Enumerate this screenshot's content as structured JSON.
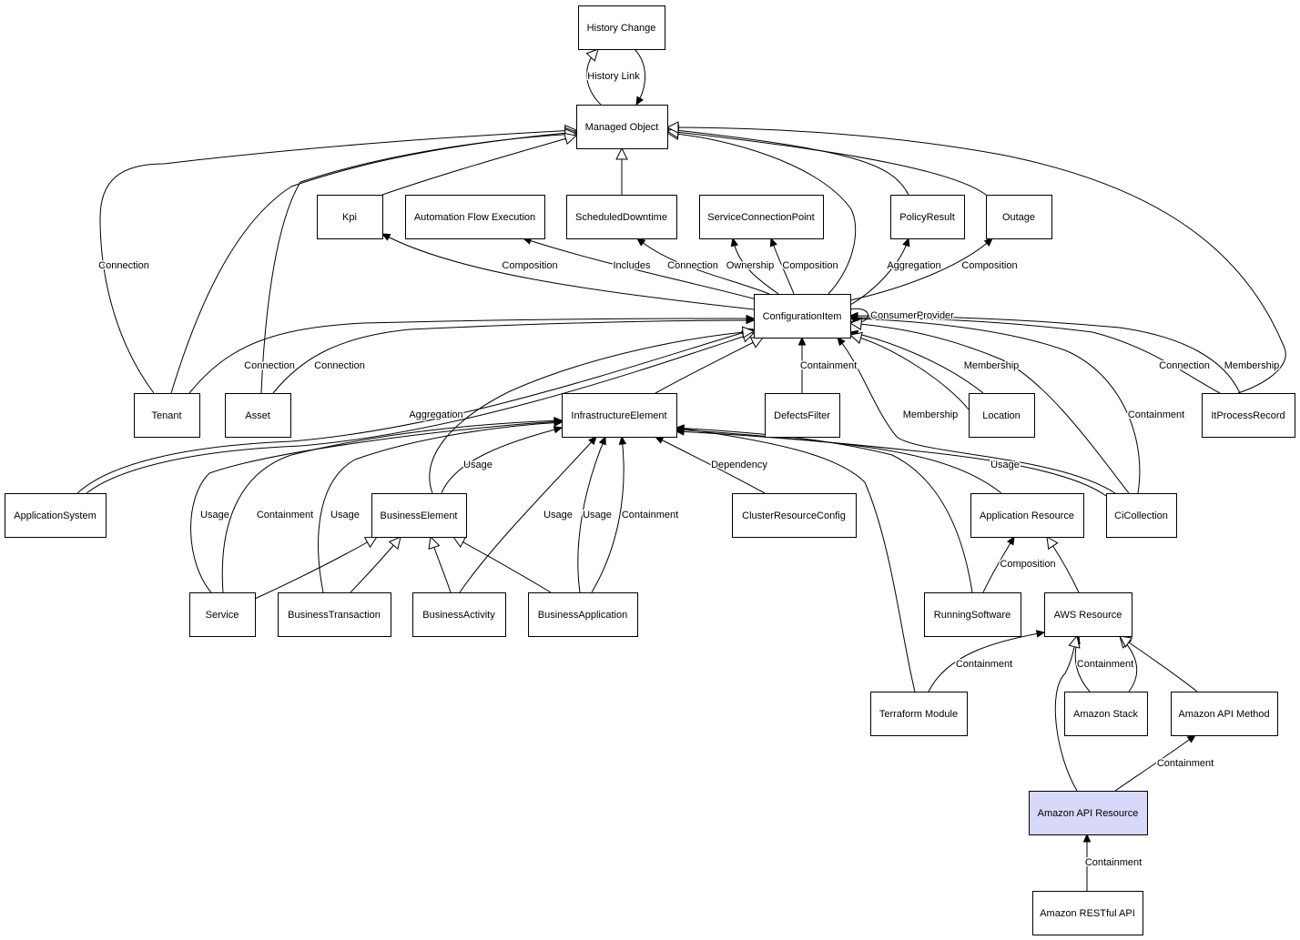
{
  "colors": {
    "node_fill": "#ffffff",
    "highlight_fill": "#d8d8f8",
    "stroke": "#000000"
  },
  "nodes": [
    {
      "id": "history_change",
      "label": "History Change"
    },
    {
      "id": "managed_object",
      "label": "Managed Object"
    },
    {
      "id": "kpi",
      "label": "Kpi"
    },
    {
      "id": "automation_flow_execution",
      "label": "Automation Flow Execution"
    },
    {
      "id": "scheduled_downtime",
      "label": "ScheduledDowntime"
    },
    {
      "id": "service_connection_point",
      "label": "ServiceConnectionPoint"
    },
    {
      "id": "policy_result",
      "label": "PolicyResult"
    },
    {
      "id": "outage",
      "label": "Outage"
    },
    {
      "id": "configuration_item",
      "label": "ConfigurationItem"
    },
    {
      "id": "tenant",
      "label": "Tenant"
    },
    {
      "id": "asset",
      "label": "Asset"
    },
    {
      "id": "infrastructure_element",
      "label": "InfrastructureElement"
    },
    {
      "id": "defects_filter",
      "label": "DefectsFilter"
    },
    {
      "id": "location",
      "label": "Location"
    },
    {
      "id": "it_process_record",
      "label": "ItProcessRecord"
    },
    {
      "id": "application_system",
      "label": "ApplicationSystem"
    },
    {
      "id": "business_element",
      "label": "BusinessElement"
    },
    {
      "id": "cluster_resource_config",
      "label": "ClusterResourceConfig"
    },
    {
      "id": "application_resource",
      "label": "Application Resource"
    },
    {
      "id": "ci_collection",
      "label": "CiCollection"
    },
    {
      "id": "service",
      "label": "Service"
    },
    {
      "id": "business_transaction",
      "label": "BusinessTransaction"
    },
    {
      "id": "business_activity",
      "label": "BusinessActivity"
    },
    {
      "id": "business_application",
      "label": "BusinessApplication"
    },
    {
      "id": "running_software",
      "label": "RunningSoftware"
    },
    {
      "id": "aws_resource",
      "label": "AWS Resource"
    },
    {
      "id": "terraform_module",
      "label": "Terraform Module"
    },
    {
      "id": "amazon_stack",
      "label": "Amazon Stack"
    },
    {
      "id": "amazon_api_method",
      "label": "Amazon API Method"
    },
    {
      "id": "amazon_api_resource",
      "label": "Amazon API Resource",
      "highlight": true
    },
    {
      "id": "amazon_restful_api",
      "label": "Amazon RESTful API"
    }
  ],
  "edges": [
    {
      "id": "history-link",
      "label": "History Link",
      "arrow": "open"
    },
    {
      "id": "history-link-back",
      "label": "",
      "arrow": "filled"
    },
    {
      "id": "tenant-connection-mo",
      "label": "Connection",
      "arrow": "open"
    },
    {
      "id": "tenant-mo",
      "label": "",
      "arrow": "open"
    },
    {
      "id": "asset-mo",
      "label": "",
      "arrow": "open"
    },
    {
      "id": "kpi-mo",
      "label": "",
      "arrow": "open"
    },
    {
      "id": "sd-mo",
      "label": "",
      "arrow": "open"
    },
    {
      "id": "ci-mo",
      "label": "",
      "arrow": "open"
    },
    {
      "id": "pr-mo",
      "label": "",
      "arrow": "open"
    },
    {
      "id": "outage-mo",
      "label": "",
      "arrow": "open"
    },
    {
      "id": "itpr-mo",
      "label": "",
      "arrow": "open"
    },
    {
      "id": "ci-kpi",
      "label": "Composition",
      "arrow": "filled"
    },
    {
      "id": "ci-afe",
      "label": "Includes",
      "arrow": "filled"
    },
    {
      "id": "ci-sd",
      "label": "Connection",
      "arrow": "filled"
    },
    {
      "id": "ci-scp-ownership",
      "label": "Ownership",
      "arrow": "filled"
    },
    {
      "id": "ci-scp-composition",
      "label": "Composition",
      "arrow": "filled"
    },
    {
      "id": "ci-pr",
      "label": "Aggregation",
      "arrow": "filled"
    },
    {
      "id": "ci-outage",
      "label": "Composition",
      "arrow": "filled"
    },
    {
      "id": "ci-self",
      "label": "ConsumerProvider",
      "arrow": "open"
    },
    {
      "id": "tenant-ci",
      "label": "Connection",
      "arrow": "filled"
    },
    {
      "id": "asset-ci",
      "label": "Connection",
      "arrow": "filled"
    },
    {
      "id": "appsys-ci-aggregation",
      "label": "Aggregation",
      "arrow": "filled"
    },
    {
      "id": "appsys-ci",
      "label": "",
      "arrow": "open"
    },
    {
      "id": "ie-ci",
      "label": "",
      "arrow": "open"
    },
    {
      "id": "be-ci",
      "label": "",
      "arrow": "open"
    },
    {
      "id": "df-ci",
      "label": "Containment",
      "arrow": "filled"
    },
    {
      "id": "location-ci-membership",
      "label": "Membership",
      "arrow": "filled"
    },
    {
      "id": "location-ci",
      "label": "",
      "arrow": "open"
    },
    {
      "id": "cicoll-ci-membership",
      "label": "Membership",
      "arrow": "filled"
    },
    {
      "id": "cicoll-ci-containment",
      "label": "Containment",
      "arrow": "filled"
    },
    {
      "id": "cicoll-ci",
      "label": "",
      "arrow": "open"
    },
    {
      "id": "itpr-ci-connection",
      "label": "Connection",
      "arrow": "filled"
    },
    {
      "id": "itpr-ci-membership",
      "label": "Membership",
      "arrow": "filled"
    },
    {
      "id": "be-ie-usage",
      "label": "Usage",
      "arrow": "filled"
    },
    {
      "id": "service-ie-usage",
      "label": "Usage",
      "arrow": "filled"
    },
    {
      "id": "service-ie-containment",
      "label": "Containment",
      "arrow": "filled"
    },
    {
      "id": "bt-ie-usage",
      "label": "Usage",
      "arrow": "filled"
    },
    {
      "id": "ba-ie-usage",
      "label": "Usage",
      "arrow": "filled"
    },
    {
      "id": "bapp-ie-usage",
      "label": "Usage",
      "arrow": "filled"
    },
    {
      "id": "bapp-ie-containment",
      "label": "Containment",
      "arrow": "filled"
    },
    {
      "id": "crc-ie-dependency",
      "label": "Dependency",
      "arrow": "filled"
    },
    {
      "id": "tm-ie",
      "label": "",
      "arrow": "filled"
    },
    {
      "id": "rs-ie",
      "label": "",
      "arrow": "filled"
    },
    {
      "id": "ar-ie",
      "label": "",
      "arrow": "filled"
    },
    {
      "id": "cicoll-ie-usage",
      "label": "Usage",
      "arrow": "filled"
    },
    {
      "id": "service-be",
      "label": "",
      "arrow": "open"
    },
    {
      "id": "bt-be",
      "label": "",
      "arrow": "open"
    },
    {
      "id": "ba-be",
      "label": "",
      "arrow": "open"
    },
    {
      "id": "bapp-be",
      "label": "",
      "arrow": "open"
    },
    {
      "id": "rs-ar-composition",
      "label": "Composition",
      "arrow": "filled"
    },
    {
      "id": "aws-ar",
      "label": "",
      "arrow": "open"
    },
    {
      "id": "tm-aws-containment",
      "label": "Containment",
      "arrow": "filled"
    },
    {
      "id": "stack-aws-containment",
      "label": "Containment",
      "arrow": "filled"
    },
    {
      "id": "stack-aws",
      "label": "",
      "arrow": "open"
    },
    {
      "id": "method-aws",
      "label": "",
      "arrow": "open"
    },
    {
      "id": "apires-aws",
      "label": "",
      "arrow": "open"
    },
    {
      "id": "apires-method-containment",
      "label": "Containment",
      "arrow": "filled"
    },
    {
      "id": "restful-apires-containment",
      "label": "Containment",
      "arrow": "filled"
    }
  ]
}
